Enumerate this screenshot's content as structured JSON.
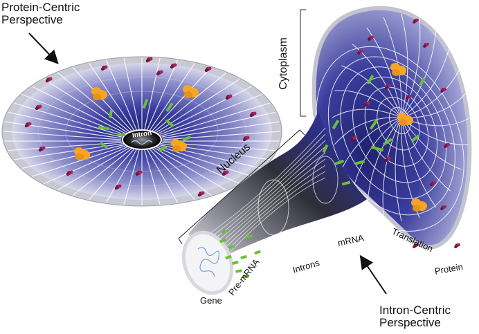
{
  "labels": {
    "protein_centric": [
      "Protein-Centric",
      "Perspective"
    ],
    "intron_centric": [
      "Intron-Centric",
      "Perspective"
    ],
    "intron_hole": "Intron",
    "cytoplasm": "Cytoplasm",
    "nucleus": "Nucleus",
    "stages": {
      "gene": "Gene",
      "pre_mrna": "Pre-mRNA",
      "introns": "Introns",
      "mrna": "mRNA",
      "translation": "Translation",
      "protein": "Protein"
    }
  },
  "colors": {
    "funnel_blue": "#3b3ea0",
    "funnel_light": "#e6e6f2",
    "rim_gray": "#c8c8d2",
    "tube_dark": "#2a2a2e",
    "ribosome": "#f6a623",
    "protein_blob": "#8b1a4a",
    "intron_green": "#6abf3a",
    "grid_line": "#ffffff"
  },
  "icons": [
    "ribosome-icon",
    "protein-blob-icon",
    "intron-segment-icon",
    "dna-coil-icon",
    "arrow-icon"
  ]
}
